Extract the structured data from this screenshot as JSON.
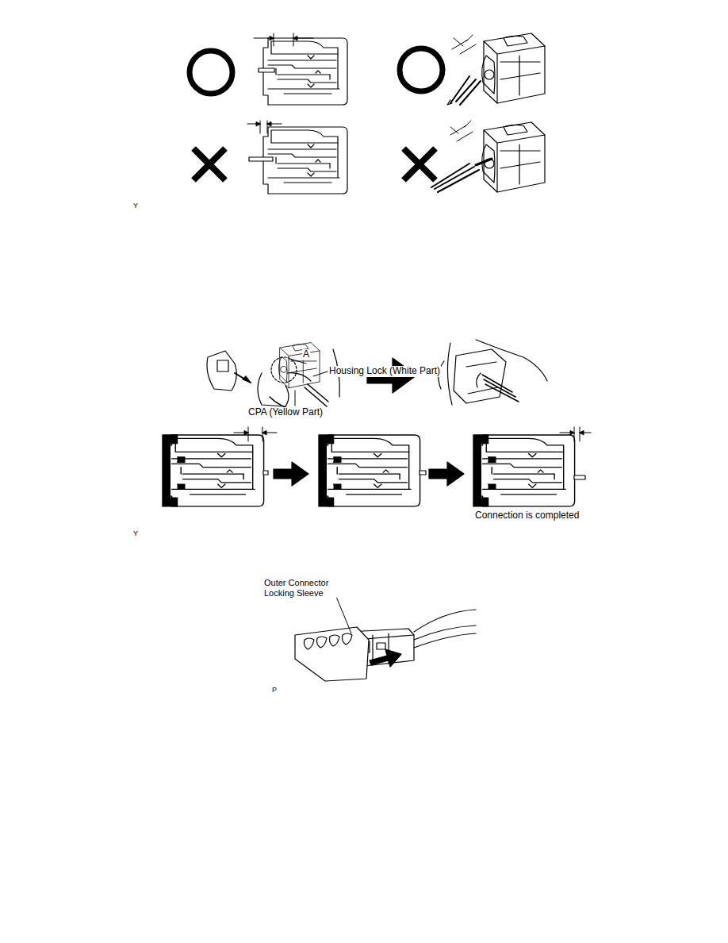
{
  "diagram": {
    "labels": [
      "Y",
      "A",
      "Housing Lock (White Part)",
      "CPA (Yellow Part)",
      "Connection is completed",
      "Y",
      "Outer Connector Locking Sleeve",
      "P"
    ]
  }
}
